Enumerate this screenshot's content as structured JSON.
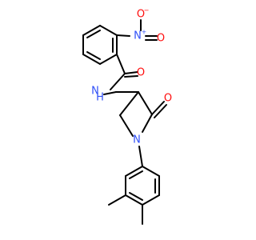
{
  "molecule": {
    "atoms": {
      "nitro_o_top": {
        "symbol": "O",
        "charge": "−",
        "color": "#ff0d0d"
      },
      "nitro_n": {
        "symbol": "N",
        "charge": "+",
        "color": "#3050f8"
      },
      "carbonyl_o": {
        "symbol": "O",
        "charge": "",
        "color": "#ff0d0d"
      },
      "amide_nh": {
        "symbol": "H",
        "prefix": "N",
        "color": "#3050f8"
      },
      "ring_n": {
        "symbol": "N",
        "charge": "",
        "color": "#3050f8"
      },
      "lactam_o": {
        "symbol": "O",
        "charge": "",
        "color": "#ff0d0d"
      }
    }
  }
}
